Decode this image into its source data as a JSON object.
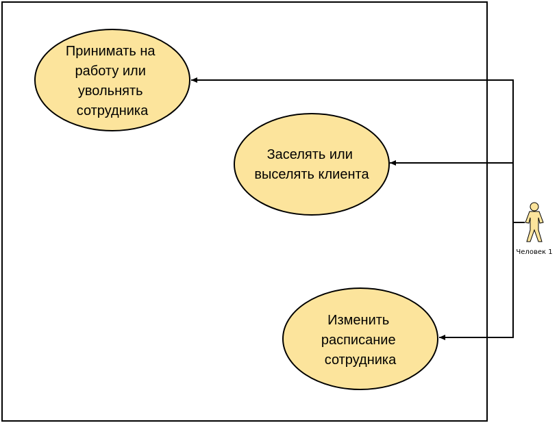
{
  "diagram": {
    "colors": {
      "usecase_fill": "#fce49c",
      "usecase_stroke": "#000000",
      "actor_fill": "#fce49c",
      "line": "#000000",
      "background": "#ffffff"
    },
    "use_cases": [
      {
        "lines": [
          "Принимать на",
          "работу или",
          "увольнять",
          "сотрудника"
        ]
      },
      {
        "lines": [
          "Заселять или",
          "выселять клиента"
        ]
      },
      {
        "lines": [
          "Изменить",
          "расписание",
          "сотрудника"
        ]
      }
    ],
    "actor": {
      "label": "Человек 1",
      "icon": "person-icon"
    }
  }
}
